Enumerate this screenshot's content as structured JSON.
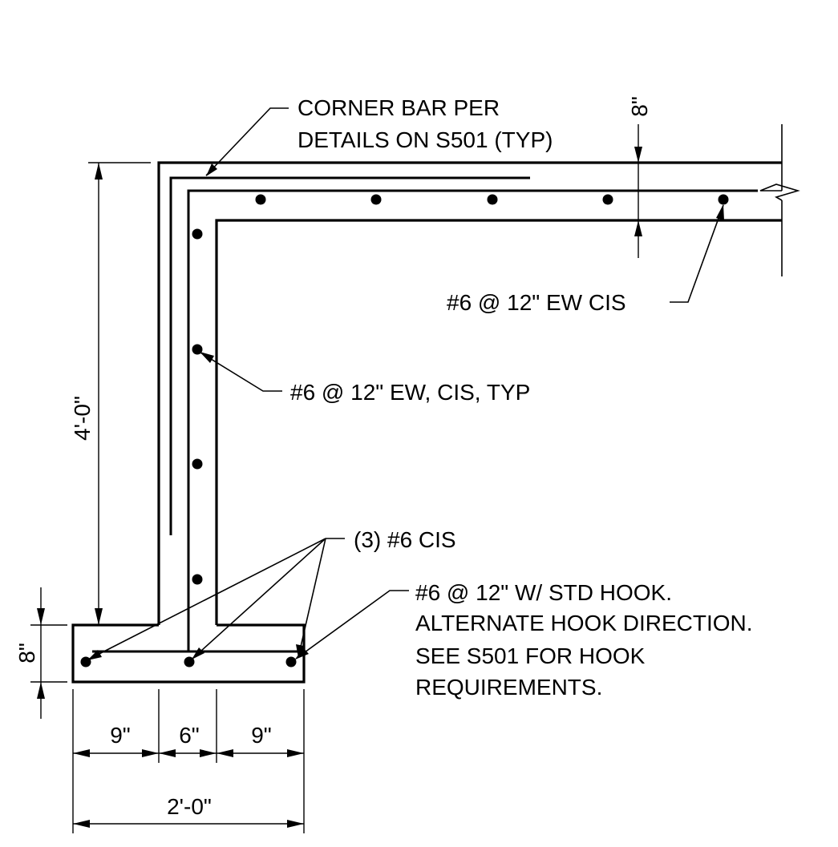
{
  "notes": {
    "corner_bar_line1": "CORNER BAR PER",
    "corner_bar_line2": "DETAILS ON S501 (TYP)",
    "slab_rebar": "#6 @ 12\" EW CIS",
    "wall_rebar": "#6 @ 12\" EW, CIS, TYP",
    "footing_bars": "(3)  #6 CIS",
    "hook_line1": "#6 @ 12\" W/ STD HOOK.",
    "hook_line2": "ALTERNATE HOOK DIRECTION.",
    "hook_line3": "SEE S501 FOR HOOK",
    "hook_line4": "REQUIREMENTS."
  },
  "dimensions": {
    "slab_thickness": "8\"",
    "wall_height": "4'-0\"",
    "footing_depth": "8\"",
    "toe_left": "9\"",
    "wall_width": "6\"",
    "toe_right": "9\"",
    "footing_width": "2'-0\""
  }
}
